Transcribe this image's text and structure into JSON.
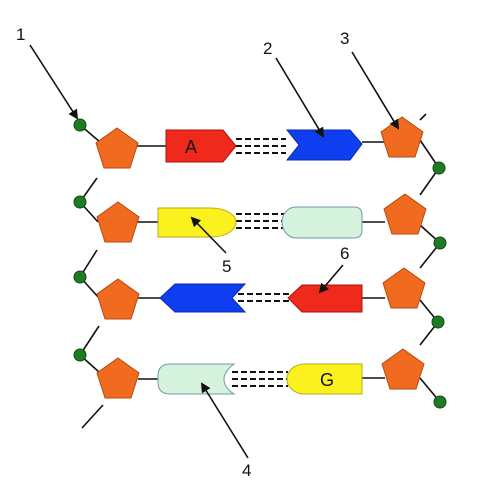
{
  "diagram": {
    "callouts": [
      {
        "id": "1",
        "text": "1"
      },
      {
        "id": "2",
        "text": "2"
      },
      {
        "id": "3",
        "text": "3"
      },
      {
        "id": "4",
        "text": "4"
      },
      {
        "id": "5",
        "text": "5"
      },
      {
        "id": "6",
        "text": "6"
      }
    ],
    "base_letters": {
      "row1_left": "A",
      "row4_right": "G"
    },
    "colors": {
      "sugar": "#f06a1f",
      "phosphate": "#1e7a23",
      "base_red": "#ef2a1c",
      "base_blue": "#0f3df0",
      "base_yellow": "#fbf11e",
      "base_mint": "#d5f3dc",
      "line": "#111111"
    }
  }
}
